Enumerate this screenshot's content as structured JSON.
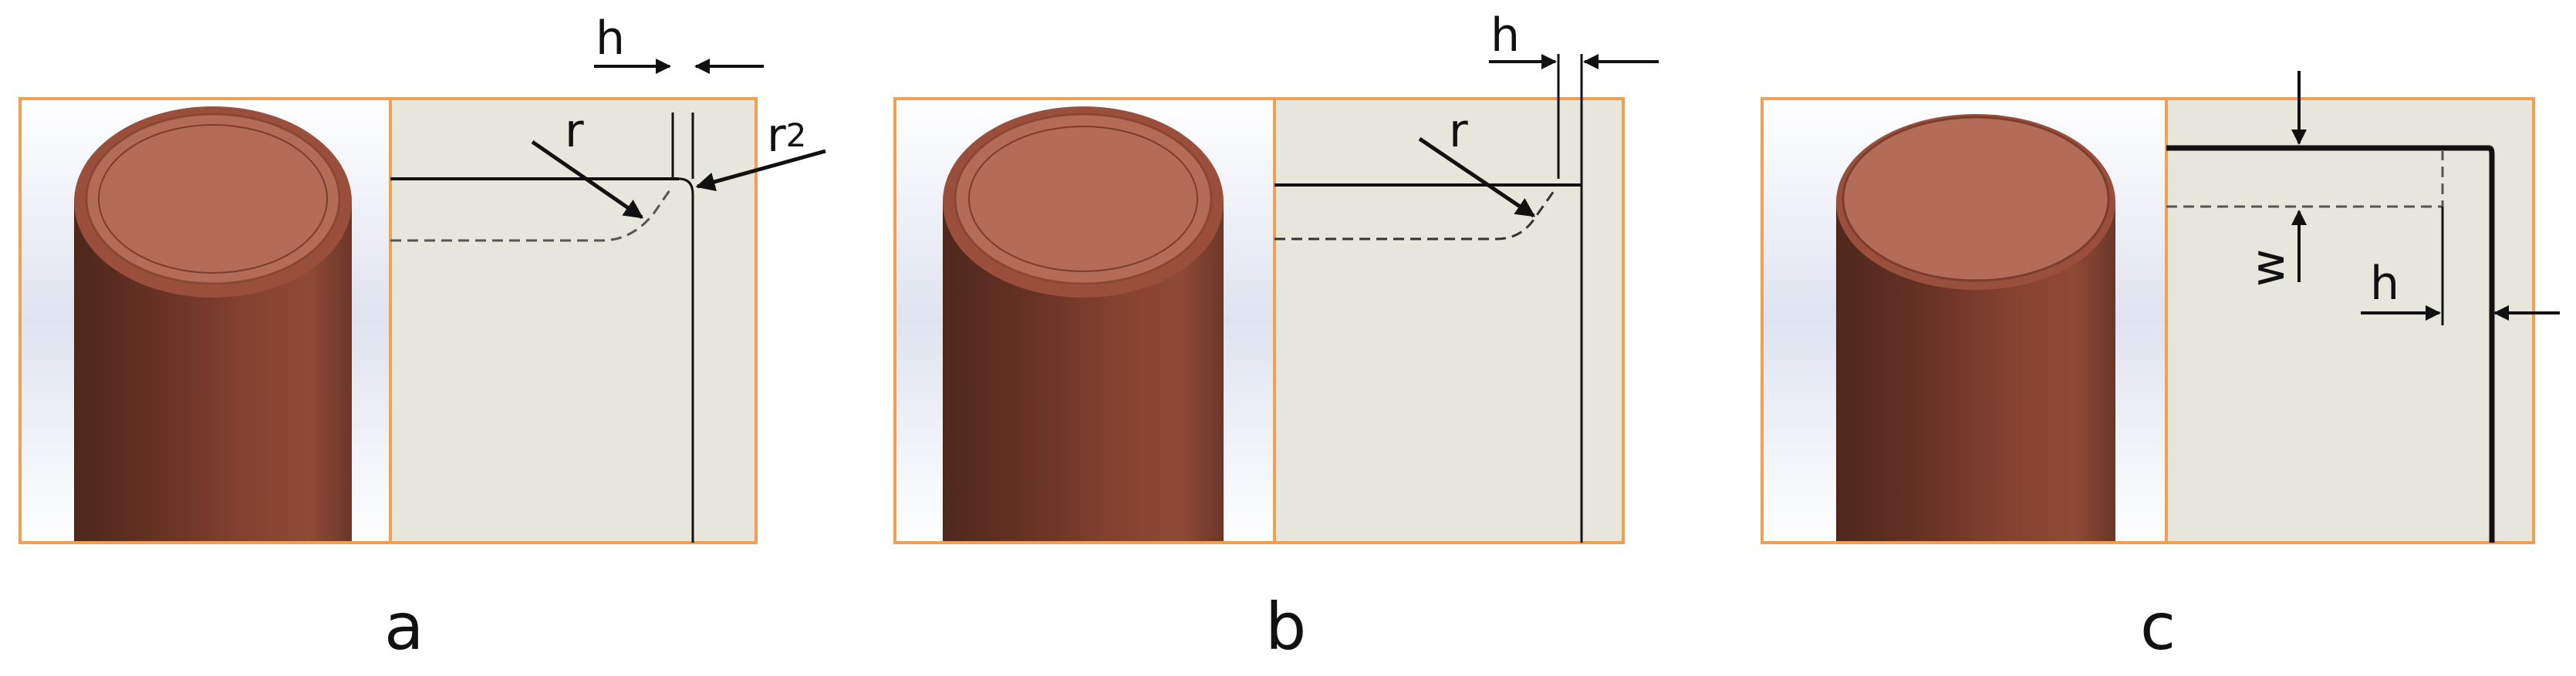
{
  "colors": {
    "frame": "#f0a050",
    "background": "#e6e6dc",
    "pin_face": "#b36c58",
    "pin_dark": "#5c2e22",
    "pin_mid": "#9a4f3c",
    "line": "#111111"
  },
  "panels": [
    {
      "caption": "a",
      "labels": {
        "h": "h",
        "r": "r",
        "r2_main": "r",
        "r2_sub": "2"
      }
    },
    {
      "caption": "b",
      "labels": {
        "h": "h",
        "r": "r"
      }
    },
    {
      "caption": "c",
      "labels": {
        "w": "w",
        "h": "h"
      }
    }
  ]
}
